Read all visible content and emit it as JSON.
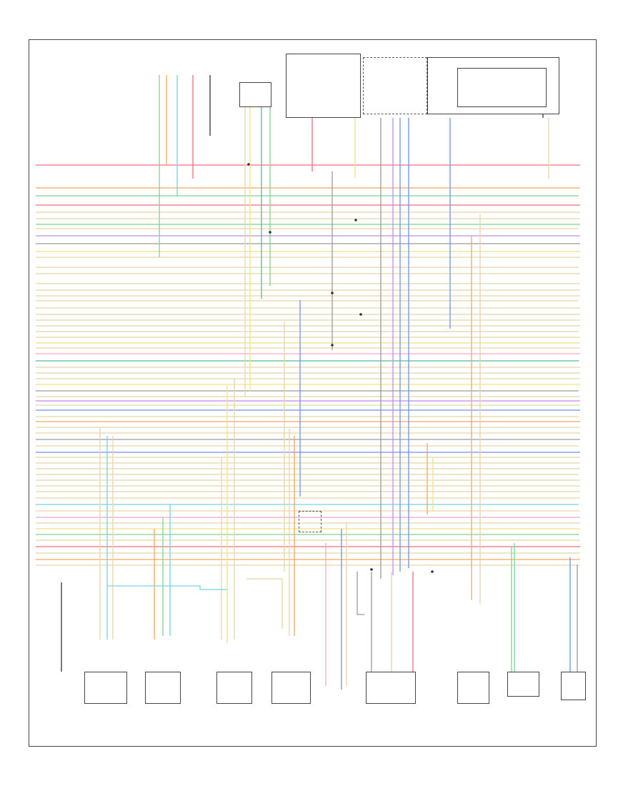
{
  "diagram": {
    "title": "",
    "footer_code": "",
    "colors": {
      "red": "#f26d7d",
      "pink": "#f7a8c6",
      "orange": "#f8a65c",
      "yellow": "#f6e07a",
      "tan": "#e8d5a8",
      "green": "#7fd48f",
      "dkgreen": "#4fbf8a",
      "cyan": "#6fd6e0",
      "blue": "#6e8ff0",
      "violet": "#c28ce8",
      "gray": "#9a9a9a",
      "black": "#333333"
    },
    "ecm_label": "",
    "components": [
      {
        "id": "o2-sensor-1",
        "caption": ""
      },
      {
        "id": "o2-sensor-2",
        "caption": ""
      },
      {
        "id": "o2-sensor-3",
        "caption": ""
      },
      {
        "id": "o2-sensor-4",
        "caption": ""
      },
      {
        "id": "knock-sensor",
        "caption": ""
      },
      {
        "id": "fuel-pump-module",
        "caption": ""
      },
      {
        "id": "fuel-pressure-sensor",
        "caption": ""
      },
      {
        "id": "evap-purge-valve",
        "caption": ""
      },
      {
        "id": "fuel-level-sensor",
        "caption": ""
      }
    ]
  }
}
